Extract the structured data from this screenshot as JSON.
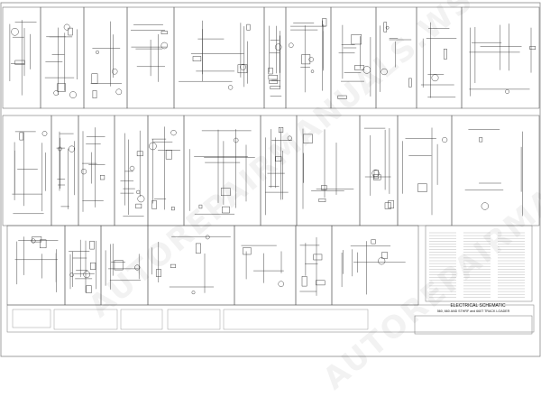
{
  "sheet": {
    "schematic_title": "ELECTRICAL SCHEMATIC",
    "schematic_subtitle": "560, 660 AND STHRF and 660T TRACK LOADER",
    "schematic_note": "",
    "legend_title": "",
    "legend_items": []
  },
  "watermark": {
    "text": "AUTOREPAIRMANUALS.WS"
  },
  "colors": {
    "line": "#333333",
    "border": "#555555",
    "paper": "#ffffff",
    "watermark": "#e5e5e5"
  },
  "panels": [
    {
      "title": ""
    },
    {
      "title": ""
    },
    {
      "title": ""
    },
    {
      "title": ""
    },
    {
      "title": ""
    },
    {
      "title": ""
    },
    {
      "title": ""
    },
    {
      "title": ""
    },
    {
      "title": ""
    },
    {
      "title": ""
    },
    {
      "title": ""
    },
    {
      "title": ""
    },
    {
      "title": ""
    },
    {
      "title": ""
    },
    {
      "title": ""
    },
    {
      "title": ""
    },
    {
      "title": ""
    },
    {
      "title": ""
    },
    {
      "title": ""
    },
    {
      "title": ""
    },
    {
      "title": ""
    },
    {
      "title": ""
    },
    {
      "title": ""
    },
    {
      "title": ""
    },
    {
      "title": ""
    },
    {
      "title": ""
    }
  ]
}
